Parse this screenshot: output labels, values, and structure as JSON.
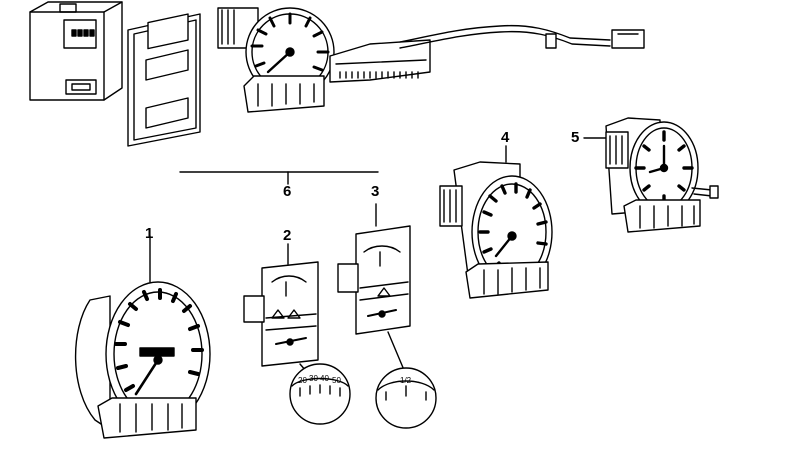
{
  "callouts": {
    "speedometer": "1",
    "temp_gauge": "2",
    "fuel_gauge": "3",
    "tachometer": "4",
    "clock": "5",
    "gauge_group": "6"
  },
  "temp_scale": {
    "labels": [
      "20",
      "30",
      "40",
      "50"
    ]
  },
  "fuel_scale": {
    "labels": [
      "1/2"
    ]
  },
  "colors": {
    "line": "#000000",
    "background": "#ffffff"
  }
}
